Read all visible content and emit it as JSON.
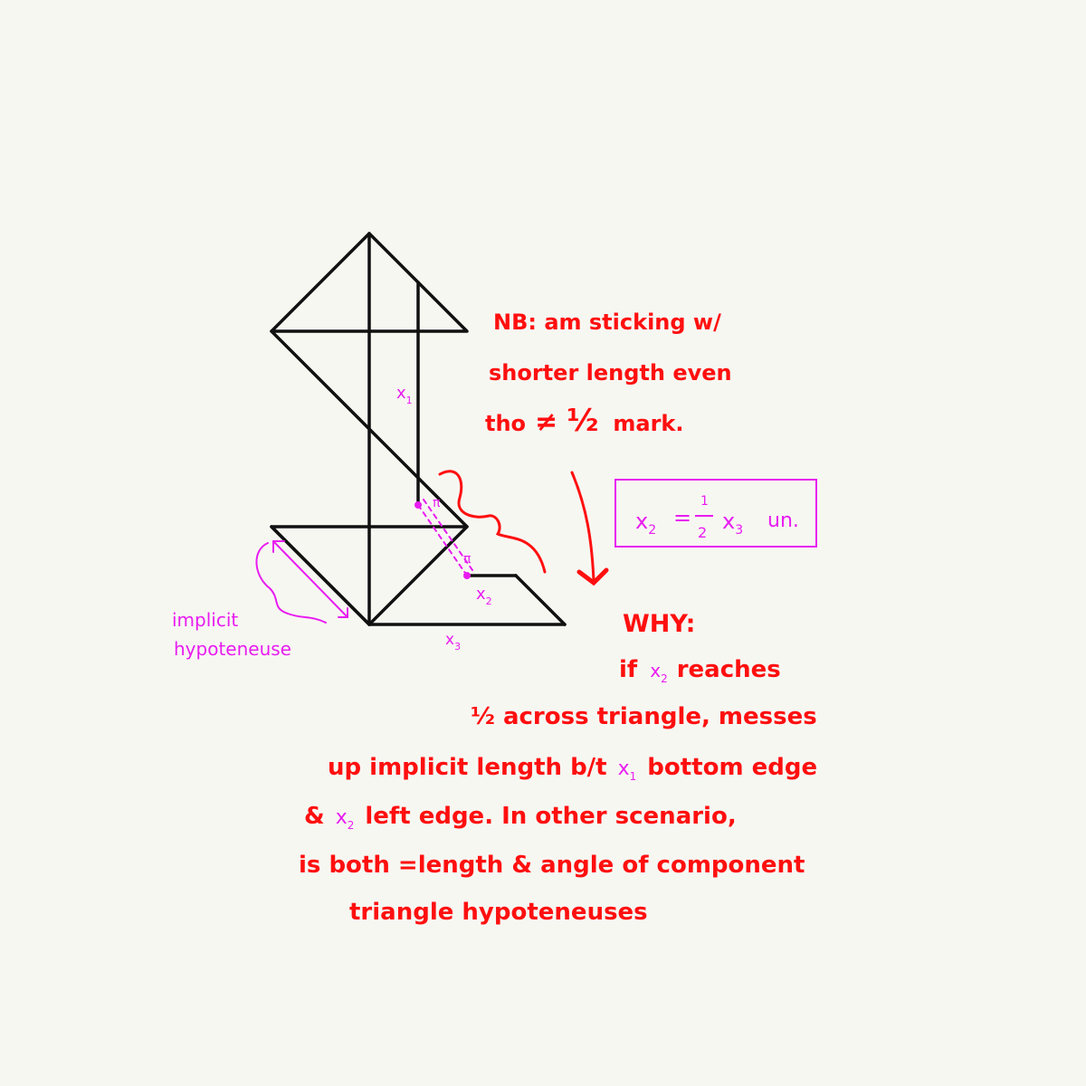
{
  "colors": {
    "background": "#f7f7f2",
    "ink": "#111111",
    "annotation_red": "#ff0f0f",
    "annotation_magenta": "#e81cf0"
  },
  "labels": {
    "x1": "x",
    "x1_sub": "1",
    "x2": "x",
    "x2_sub": "2",
    "x3": "x",
    "x3_sub": "3",
    "arrow_marks_top": "π",
    "arrow_marks_bottom": "π"
  },
  "implicit_note": {
    "line1": "implicit",
    "line2": "hypoteneuse"
  },
  "nb_note": {
    "line1": "NB: am sticking w/",
    "line2": "shorter length even",
    "line3_a": "tho",
    "line3_neq": "≠",
    "line3_frac": "½",
    "line3_b": "mark."
  },
  "formula_box": {
    "lhs": "x",
    "lhs_sub": "2",
    "eq": "=",
    "num": "1",
    "den": "2",
    "rhs": "x",
    "rhs_sub": "3",
    "unit": "un."
  },
  "why_note": {
    "heading": "WHY:",
    "line1_a": "if",
    "line1_var": "x",
    "line1_sub": "2",
    "line1_b": "reaches",
    "line2": "½ across triangle, messes",
    "line3_a": "up implicit length b/t",
    "line3_var": "x",
    "line3_sub": "1",
    "line3_b": "bottom edge",
    "line4_a": "&",
    "line4_var": "x",
    "line4_sub": "2",
    "line4_b": "left edge. In other scenario,",
    "line5": "is both =length & angle of component",
    "line6": "triangle hypoteneuses"
  }
}
